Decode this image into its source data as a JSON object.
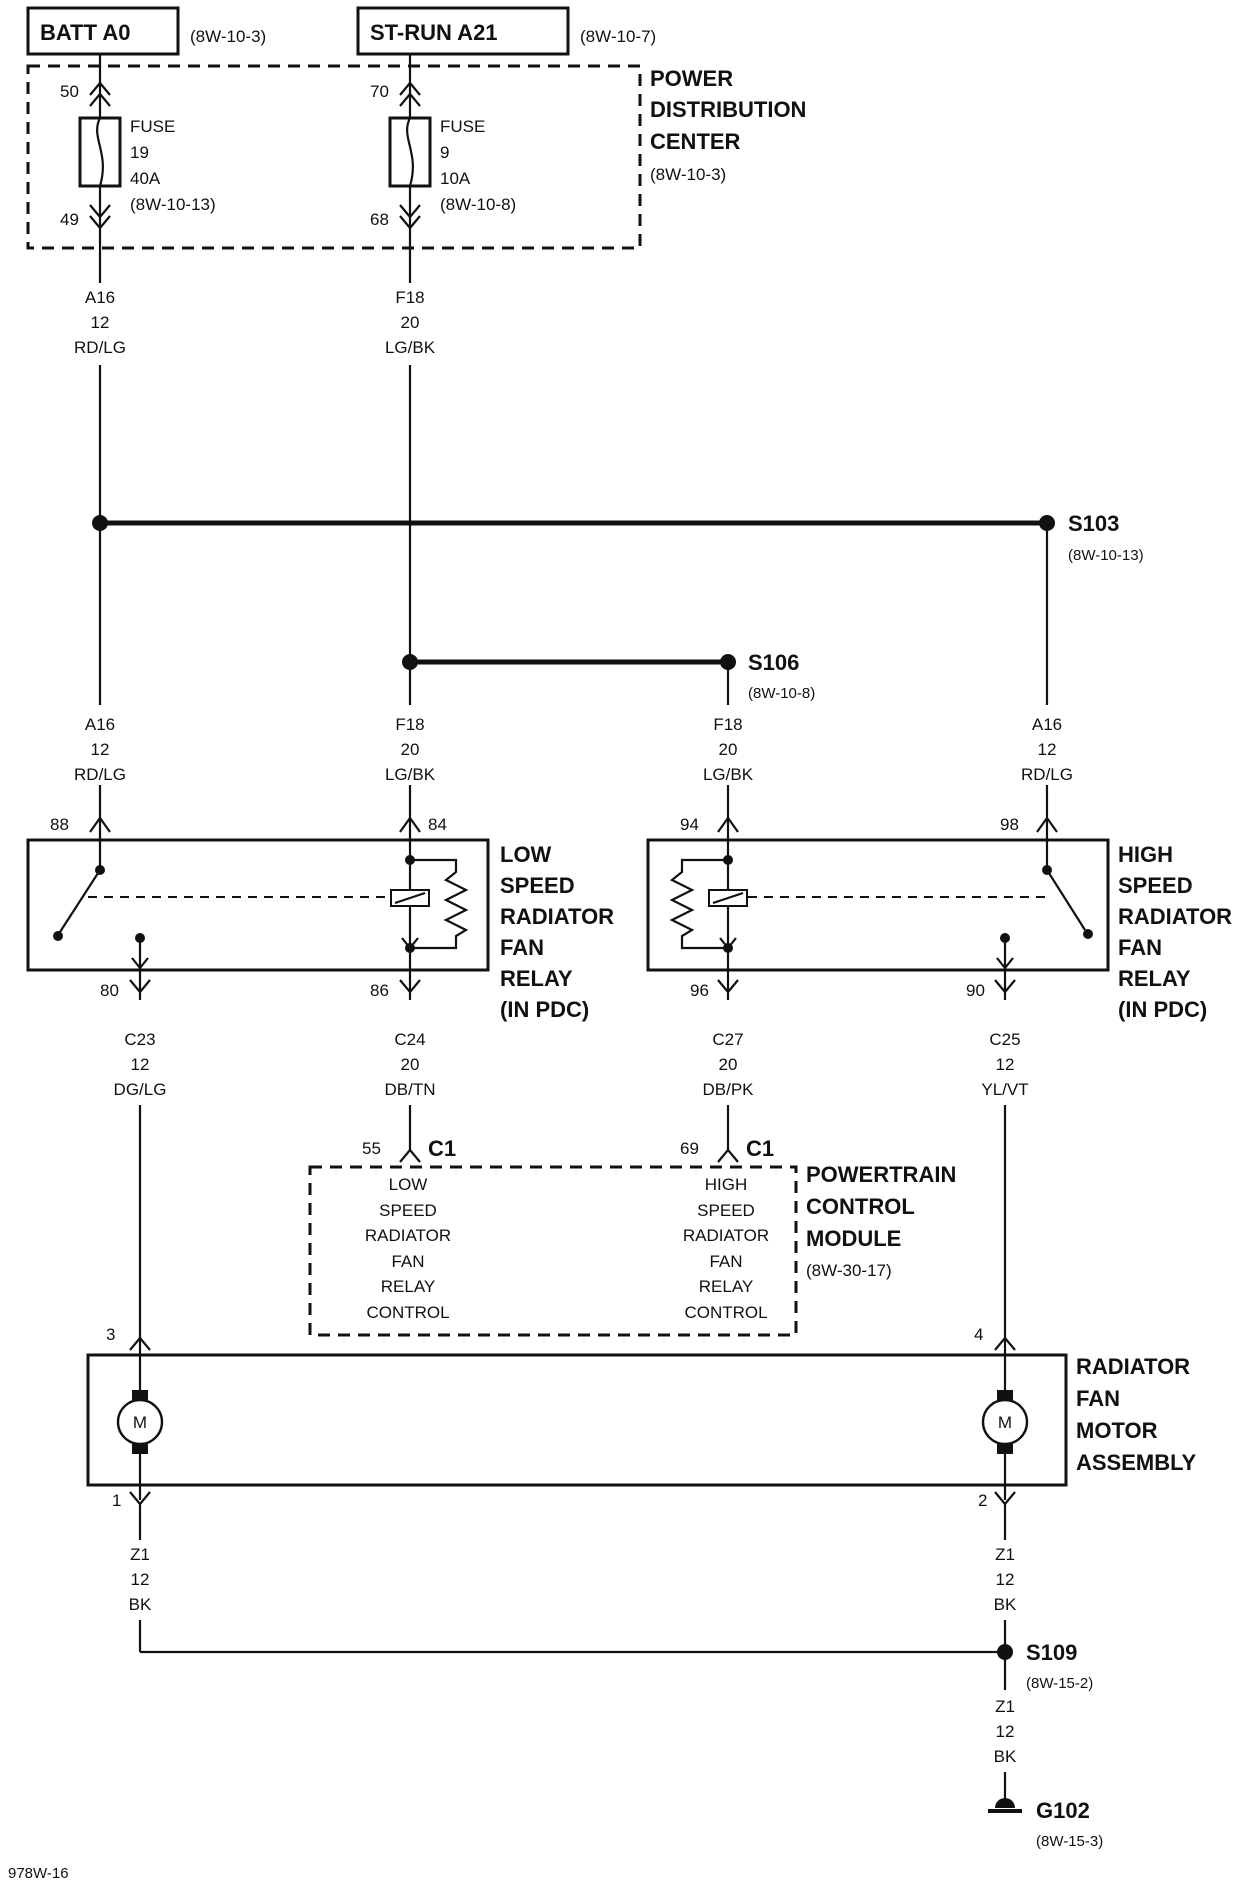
{
  "sources": [
    {
      "label": "BATT A0",
      "ref": "(8W-10-3)"
    },
    {
      "label": "ST-RUN A21",
      "ref": "(8W-10-7)"
    }
  ],
  "pdc": {
    "title": [
      "POWER",
      "DISTRIBUTION",
      "CENTER"
    ],
    "ref": "(8W-10-3)"
  },
  "fuses": [
    {
      "pin_in": "50",
      "pin_out": "49",
      "lines": [
        "FUSE",
        "19",
        "40A",
        "(8W-10-13)"
      ]
    },
    {
      "pin_in": "70",
      "pin_out": "68",
      "lines": [
        "FUSE",
        "9",
        "10A",
        "(8W-10-8)"
      ]
    }
  ],
  "wires": {
    "a16_top": [
      "A16",
      "12",
      "RD/LG"
    ],
    "f18_top": [
      "F18",
      "20",
      "LG/BK"
    ],
    "a16_left": [
      "A16",
      "12",
      "RD/LG"
    ],
    "f18_mid": [
      "F18",
      "20",
      "LG/BK"
    ],
    "f18_right": [
      "F18",
      "20",
      "LG/BK"
    ],
    "a16_right": [
      "A16",
      "12",
      "RD/LG"
    ],
    "c23": [
      "C23",
      "12",
      "DG/LG"
    ],
    "c24": [
      "C24",
      "20",
      "DB/TN"
    ],
    "c27": [
      "C27",
      "20",
      "DB/PK"
    ],
    "c25": [
      "C25",
      "12",
      "YL/VT"
    ],
    "z1_left": [
      "Z1",
      "12",
      "BK"
    ],
    "z1_right": [
      "Z1",
      "12",
      "BK"
    ],
    "z1_bottom": [
      "Z1",
      "12",
      "BK"
    ]
  },
  "splices": {
    "s103": {
      "label": "S103",
      "ref": "(8W-10-13)"
    },
    "s106": {
      "label": "S106",
      "ref": "(8W-10-8)"
    },
    "s109": {
      "label": "S109",
      "ref": "(8W-15-2)"
    }
  },
  "ground": {
    "label": "G102",
    "ref": "(8W-15-3)"
  },
  "low_relay": {
    "title": [
      "LOW",
      "SPEED",
      "RADIATOR",
      "FAN",
      "RELAY",
      "(IN PDC)"
    ],
    "pins": {
      "sw_in": "88",
      "coil_in": "84",
      "sw_out": "80",
      "coil_out": "86"
    }
  },
  "high_relay": {
    "title": [
      "HIGH",
      "SPEED",
      "RADIATOR",
      "FAN",
      "RELAY",
      "(IN PDC)"
    ],
    "pins": {
      "coil_in": "94",
      "sw_in": "98",
      "coil_out": "96",
      "sw_out": "90"
    }
  },
  "pcm": {
    "title": [
      "POWERTRAIN",
      "CONTROL",
      "MODULE"
    ],
    "ref": "(8W-30-17)",
    "connectors": [
      {
        "pin": "55",
        "conn": "C1",
        "lines": [
          "LOW",
          "SPEED",
          "RADIATOR",
          "FAN",
          "RELAY",
          "CONTROL"
        ]
      },
      {
        "pin": "69",
        "conn": "C1",
        "lines": [
          "HIGH",
          "SPEED",
          "RADIATOR",
          "FAN",
          "RELAY",
          "CONTROL"
        ]
      }
    ]
  },
  "motor": {
    "title": [
      "RADIATOR",
      "FAN",
      "MOTOR",
      "ASSEMBLY"
    ],
    "symbol": "M",
    "pins": {
      "left_in": "3",
      "right_in": "4",
      "left_out": "1",
      "right_out": "2"
    }
  },
  "footer": "978W-16"
}
